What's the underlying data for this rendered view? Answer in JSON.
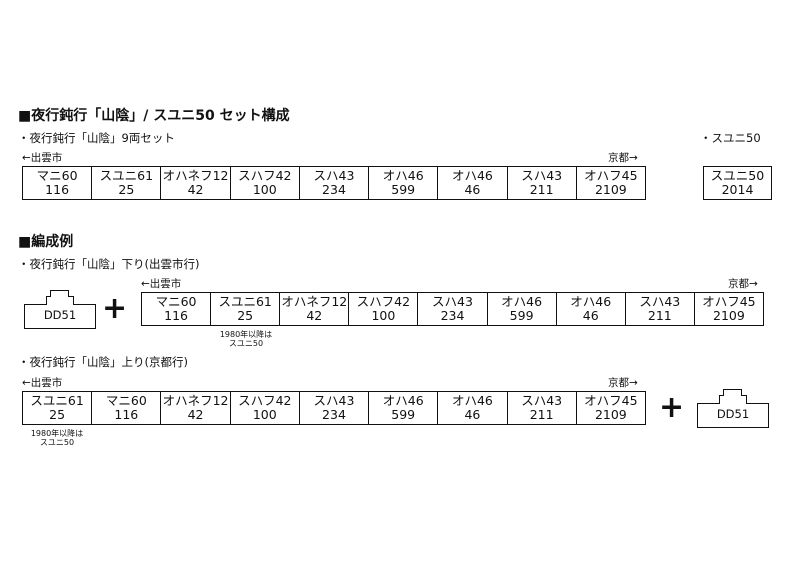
{
  "title": "■夜行鈍行「山陰」/ スユニ50 セット構成",
  "set": {
    "label": "・夜行鈍行「山陰」9両セット",
    "dir_left": "←出雲市",
    "dir_right": "京都→",
    "cars": [
      {
        "name": "マニ60",
        "num": "116"
      },
      {
        "name": "スユニ61",
        "num": "25"
      },
      {
        "name": "オハネフ12",
        "num": "42"
      },
      {
        "name": "スハフ42",
        "num": "100"
      },
      {
        "name": "スハ43",
        "num": "234"
      },
      {
        "name": "オハ46",
        "num": "599"
      },
      {
        "name": "オハ46",
        "num": "46"
      },
      {
        "name": "スハ43",
        "num": "211"
      },
      {
        "name": "オハフ45",
        "num": "2109"
      }
    ]
  },
  "single": {
    "label": "・スユニ50",
    "car": {
      "name": "スユニ50",
      "num": "2014"
    }
  },
  "example_heading": "■編成例",
  "down": {
    "label": "・夜行鈍行「山陰」下り(出雲市行)",
    "dir_left": "←出雲市",
    "dir_right": "京都→",
    "loco": "DD51",
    "plus": "+",
    "note_line1": "1980年以降は",
    "note_line2": "スユニ50",
    "cars": [
      {
        "name": "マニ60",
        "num": "116"
      },
      {
        "name": "スユニ61",
        "num": "25"
      },
      {
        "name": "オハネフ12",
        "num": "42"
      },
      {
        "name": "スハフ42",
        "num": "100"
      },
      {
        "name": "スハ43",
        "num": "234"
      },
      {
        "name": "オハ46",
        "num": "599"
      },
      {
        "name": "オハ46",
        "num": "46"
      },
      {
        "name": "スハ43",
        "num": "211"
      },
      {
        "name": "オハフ45",
        "num": "2109"
      }
    ]
  },
  "up": {
    "label": "・夜行鈍行「山陰」上り(京都行)",
    "dir_left": "←出雲市",
    "dir_right": "京都→",
    "loco": "DD51",
    "plus": "+",
    "note_line1": "1980年以降は",
    "note_line2": "スユニ50",
    "cars": [
      {
        "name": "スユニ61",
        "num": "25"
      },
      {
        "name": "マニ60",
        "num": "116"
      },
      {
        "name": "オハネフ12",
        "num": "42"
      },
      {
        "name": "スハフ42",
        "num": "100"
      },
      {
        "name": "スハ43",
        "num": "234"
      },
      {
        "name": "オハ46",
        "num": "599"
      },
      {
        "name": "オハ46",
        "num": "46"
      },
      {
        "name": "スハ43",
        "num": "211"
      },
      {
        "name": "オハフ45",
        "num": "2109"
      }
    ]
  }
}
